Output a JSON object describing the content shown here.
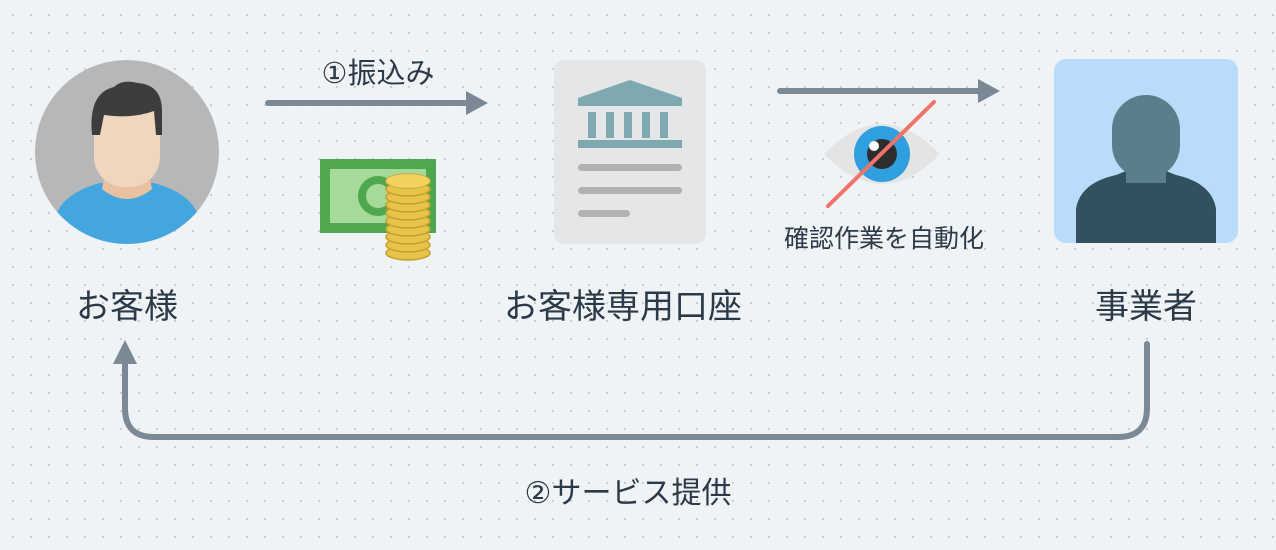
{
  "diagram": {
    "nodes": [
      {
        "id": "customer",
        "label": "お客様",
        "icon": "customer-avatar-icon"
      },
      {
        "id": "account",
        "label": "お客様専用口座",
        "icon": "bank-document-icon"
      },
      {
        "id": "business",
        "label": "事業者",
        "icon": "business-person-icon"
      }
    ],
    "edges": [
      {
        "from": "customer",
        "to": "account",
        "label": "①振込み",
        "icon": "money-coins-icon"
      },
      {
        "from": "account",
        "to": "business",
        "label": "確認作業を自動化",
        "icon": "eye-crossed-icon"
      },
      {
        "from": "business",
        "to": "customer",
        "label": "②サービス提供"
      }
    ]
  },
  "colors": {
    "arrow": "#7b8896",
    "bank_icon": "#7fa9b1",
    "card_bg": "#e4e6e8",
    "person_bg": "#b9dcfa",
    "person_fill": "#5a7f8a",
    "strike": "#f0736a"
  }
}
